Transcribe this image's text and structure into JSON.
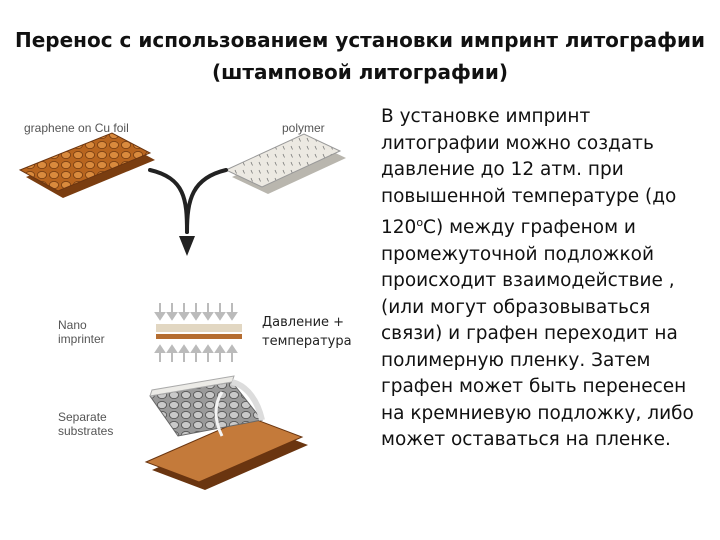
{
  "title": {
    "line1": "Перенос с использованием установки импринт литографии",
    "line2": "(штамповой литографии)"
  },
  "description": {
    "line1": "В установке импринт",
    "line2": "литографии можно создать",
    "line3": "давление  до  12 атм.  при",
    "line4": "повышенной температуре (до",
    "line5_pre": "120",
    "line5_sup": "o",
    "line5_post": "С) между графеном и",
    "line6": "промежуточной подложкой",
    "line7": "происходит взаимодействие ,",
    "line8": "(или могут образовываться",
    "line9": "связи) и графен переходит на",
    "line10": "полимерную пленку.  Затем",
    "line11": "графен может быть перенесен",
    "line12": "на кремниевую подложку, либо",
    "line13": "может оставаться на пленке."
  },
  "figure": {
    "graphene_label": "graphene on Cu foil",
    "polymer_label": "polymer",
    "nano_label_1": "Nano",
    "nano_label_2": "imprinter",
    "separate_label_1": "Separate",
    "separate_label_2": "substrates",
    "pressure_label_1": "Давление +",
    "pressure_label_2": "температура"
  },
  "colors": {
    "copper": "#c8722a",
    "copper_dark": "#8a4a18",
    "polymer": "#e6e3dc",
    "film": "#d8c7a6",
    "arrow_dark": "#222222",
    "arrow_grey": "#b5b5b5"
  }
}
